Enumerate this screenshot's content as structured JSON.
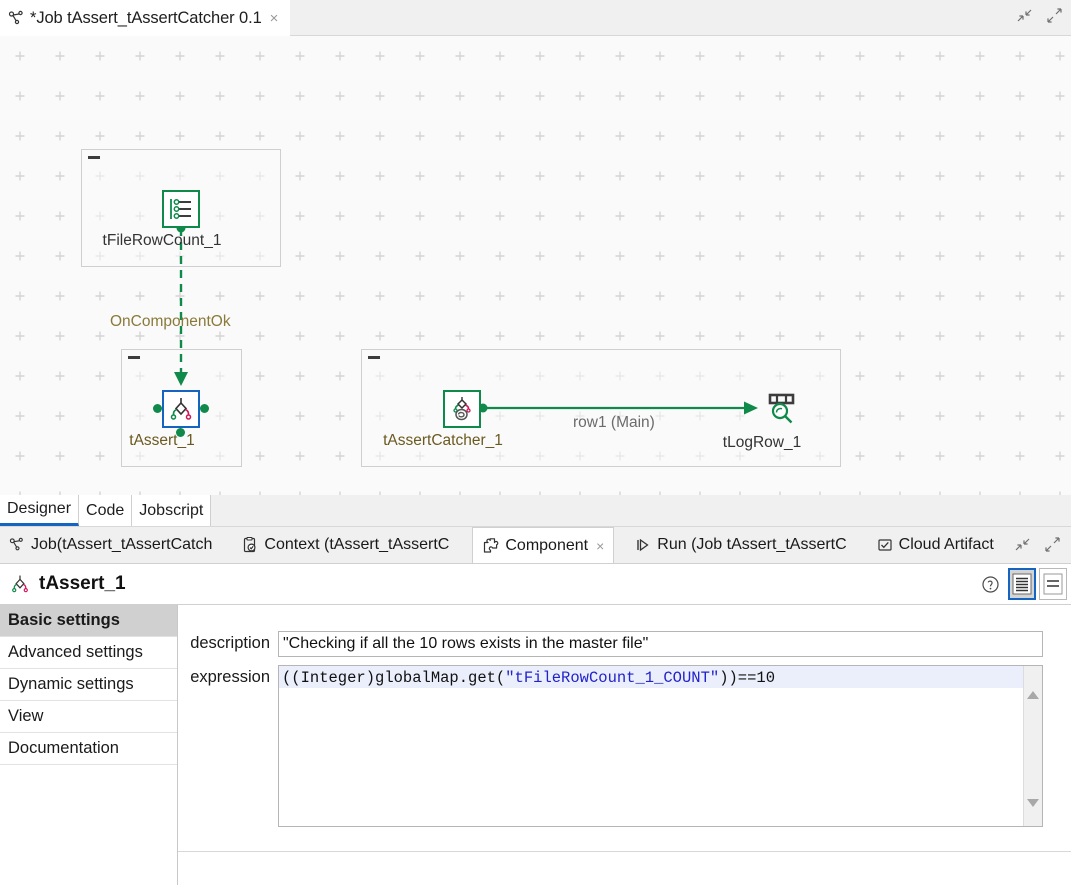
{
  "editor": {
    "tab": {
      "title": "*Job tAssert_tAssertCatcher 0.1",
      "icon": "job-icon",
      "close": "×"
    },
    "window_buttons": [
      {
        "name": "restore-icon",
        "label": "Restore"
      },
      {
        "name": "maximize-icon",
        "label": "Maximize"
      }
    ]
  },
  "canvas": {
    "subjobs": [
      {
        "name": "subjob-file-row-count"
      },
      {
        "name": "subjob-assert"
      },
      {
        "name": "subjob-assert-catcher"
      }
    ],
    "nodes": [
      {
        "id": "tFileRowCount_1",
        "label": "tFileRowCount_1",
        "icon": "file-row-count-icon",
        "border": "green"
      },
      {
        "id": "tAssert_1",
        "label": "tAssert_1",
        "icon": "assert-icon",
        "border": "blue"
      },
      {
        "id": "tAssertCatcher_1",
        "label": "tAssertCatcher_1",
        "icon": "assert-catcher-icon",
        "border": "green"
      },
      {
        "id": "tLogRow_1",
        "label": "tLogRow_1",
        "icon": "log-row-icon",
        "border": "none"
      }
    ],
    "links": [
      {
        "id": "oncomponentok",
        "label": "OnComponentOk",
        "style": "dashed",
        "color": "#0f8a4a"
      },
      {
        "id": "row1",
        "label": "row1 (Main)",
        "style": "solid",
        "color": "#0f8a4a"
      }
    ]
  },
  "view_tabs": [
    {
      "label": "Designer",
      "active": true
    },
    {
      "label": "Code",
      "active": false
    },
    {
      "label": "Jobscript",
      "active": false
    }
  ],
  "panel_tabs": [
    {
      "label": "Job(tAssert_tAssertCatch",
      "icon": "job-icon",
      "active": false
    },
    {
      "label": "Context (tAssert_tAssertC",
      "icon": "context-icon",
      "active": false
    },
    {
      "label": "Component",
      "icon": "component-icon",
      "active": true,
      "close": "×"
    },
    {
      "label": "Run (Job tAssert_tAssertC",
      "icon": "run-icon",
      "active": false
    },
    {
      "label": "Cloud Artifact",
      "icon": "cloud-artifact-icon",
      "active": false
    }
  ],
  "component": {
    "title": "tAssert_1",
    "icon": "assert-icon",
    "help_label": "?",
    "view_toggles": [
      {
        "name": "dense-view-toggle",
        "selected": true
      },
      {
        "name": "sparse-view-toggle",
        "selected": false
      }
    ],
    "settings_items": [
      {
        "label": "Basic settings",
        "active": true
      },
      {
        "label": "Advanced settings",
        "active": false
      },
      {
        "label": "Dynamic settings",
        "active": false
      },
      {
        "label": "View",
        "active": false
      },
      {
        "label": "Documentation",
        "active": false
      }
    ],
    "fields": {
      "description": {
        "label": "description",
        "value": "\"Checking if all the 10 rows exists in the master file\""
      },
      "expression": {
        "label": "expression",
        "prefix": "((Integer)globalMap.get(",
        "string": "\"tFileRowCount_1_COUNT\"",
        "suffix": "))==10",
        "full": "((Integer)globalMap.get(\"tFileRowCount_1_COUNT\"))==10"
      }
    }
  },
  "colors": {
    "talend_green": "#0f8a4a",
    "accent_blue": "#1565c0",
    "string_blue": "#2222cc",
    "canvas_bg": "#fafafa",
    "panel_bg": "#f0f0f0"
  }
}
